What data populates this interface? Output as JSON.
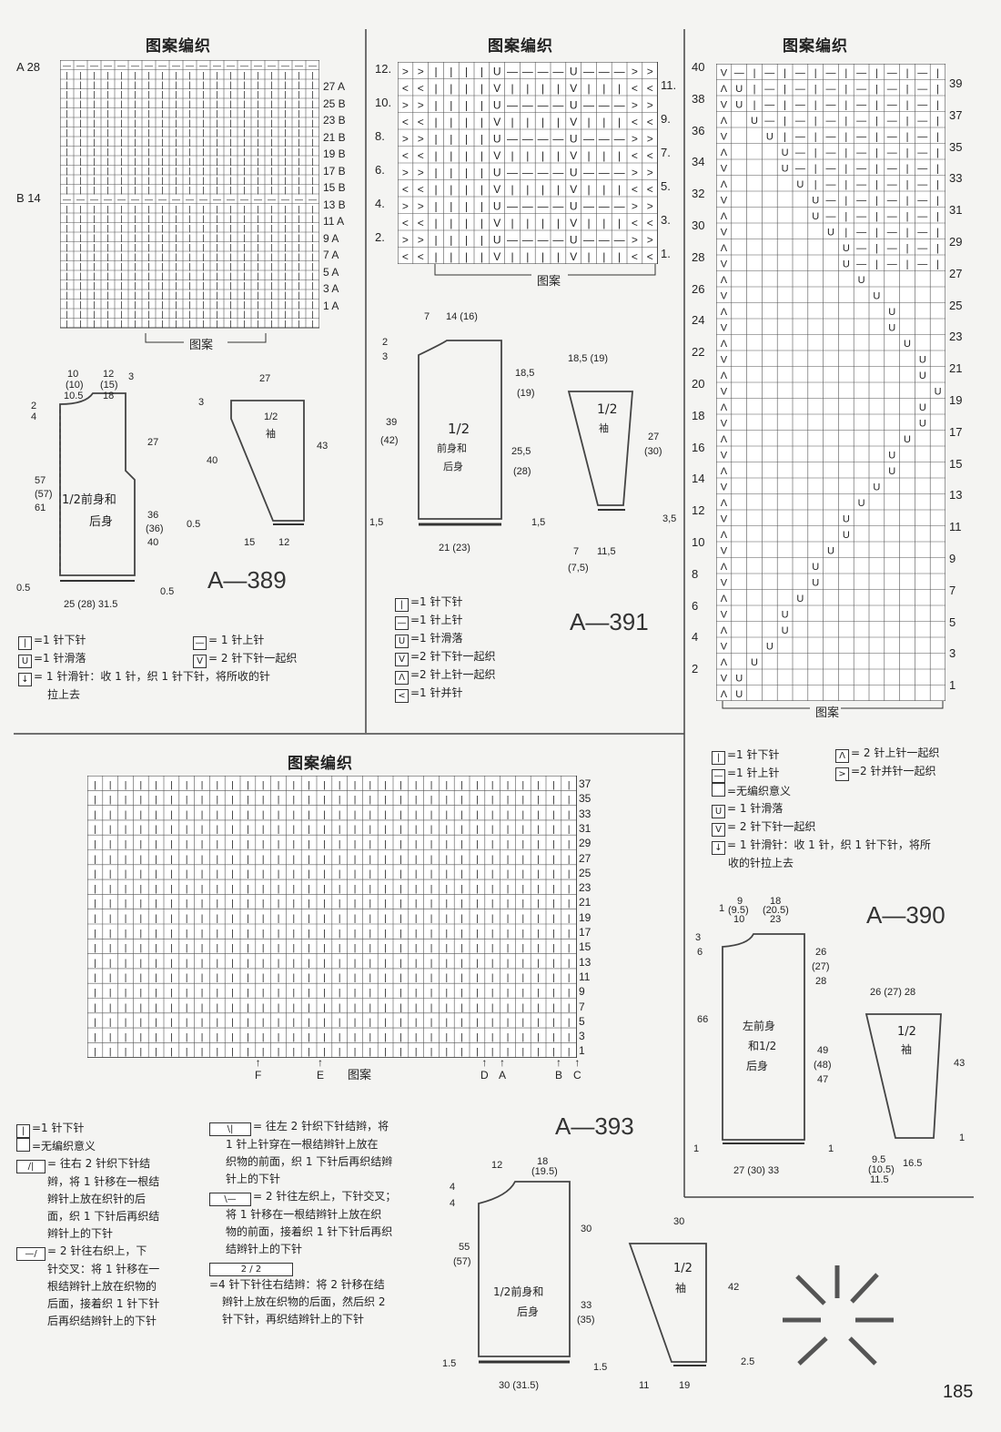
{
  "page_number": "185",
  "pattern_title": "图案编织",
  "pattern_caption": "图案",
  "half_front_back": "1/2",
  "half_front_back_sub": "前身和",
  "half_front_back_sub2": "后身",
  "half_sleeve": "1/2",
  "sleeve_word": "袖",
  "a389": {
    "code": "A—389",
    "left_labels": [
      "A 28",
      "B 14"
    ],
    "right_labels": [
      "27 A",
      "25 B",
      "23 B",
      "21 B",
      "19 B",
      "17 B",
      "15 B",
      "13 B",
      "11 A",
      "9 A",
      "7 A",
      "5 A",
      "3 A",
      "1 A"
    ],
    "body_label": "1/2前身和",
    "body_label2": "后身",
    "legend": [
      {
        "sym": "|",
        "text": "=1 针下针"
      },
      {
        "sym": "—",
        "text": "= 1 针上针"
      },
      {
        "sym": "U",
        "text": "=1 针滑落"
      },
      {
        "sym": "V",
        "text": "= 2 针下针一起织"
      },
      {
        "sym": "↓",
        "text": "= 1 针滑针：收 1 针，织 1 针下针，将所收的针"
      },
      {
        "sym": "",
        "text": "拉上去"
      }
    ],
    "dims": [
      "10",
      "(10)",
      "10.5",
      "12",
      "(15)",
      "18",
      "3",
      "2",
      "4",
      "27",
      "57",
      "(57)",
      "61",
      "36",
      "(36)",
      "40",
      "0.5",
      "25 (28) 31.5",
      "27",
      "3",
      "1/2",
      "40",
      "43",
      "0.5",
      "15",
      "12",
      "0.5"
    ]
  },
  "a391": {
    "code": "A—391",
    "left_labels": [
      "12.",
      "10.",
      "8.",
      "6.",
      "4.",
      "2."
    ],
    "right_labels": [
      "11.",
      "9.",
      "7.",
      "5.",
      "3.",
      "1."
    ],
    "dims": [
      "7",
      "14 (16)",
      "2",
      "3",
      "18,5",
      "(19)",
      "39",
      "(42)",
      "25,5",
      "(28)",
      "1,5",
      "1,5",
      "21 (23)",
      "18,5 (19)",
      "27",
      "(30)",
      "3,5",
      "7",
      "(7,5)",
      "11,5"
    ],
    "legend": [
      {
        "sym": "|",
        "text": "=1 针下针"
      },
      {
        "sym": "—",
        "text": "=1 针上针"
      },
      {
        "sym": "U",
        "text": "=1 针滑落"
      },
      {
        "sym": "V",
        "text": "=2 针下针一起织"
      },
      {
        "sym": "Λ",
        "text": "=2 针上针一起织"
      },
      {
        "sym": "<",
        "text": "=1 针并针"
      }
    ]
  },
  "a390": {
    "code": "A—390",
    "left_labels": [
      "40",
      "38",
      "36",
      "34",
      "32",
      "30",
      "28",
      "26",
      "24",
      "22",
      "20",
      "18",
      "16",
      "14",
      "12",
      "10",
      "8",
      "6",
      "4",
      "2"
    ],
    "right_labels": [
      "39",
      "37",
      "35",
      "33",
      "31",
      "29",
      "27",
      "25",
      "23",
      "21",
      "19",
      "17",
      "15",
      "13",
      "11",
      "9",
      "7",
      "5",
      "3",
      "1"
    ],
    "legend": [
      {
        "sym": "|",
        "text": "=1 针下针"
      },
      {
        "sym": "—",
        "text": "=1 针上针"
      },
      {
        "sym": "",
        "text": "=无编织意义"
      },
      {
        "sym": "U",
        "text": "= 1 针滑落"
      },
      {
        "sym": "V",
        "text": "= 2 针下针一起织"
      },
      {
        "sym": "↓",
        "text": "= 1 针滑针：收 1 针，织 1 针下针，将所"
      },
      {
        "sym": "",
        "text": "收的针拉上去"
      }
    ],
    "legend_right": [
      {
        "sym": "Λ",
        "text": "= 2 针上针一起织"
      },
      {
        "sym": ">",
        "text": "=2 针并针一起织"
      }
    ],
    "body_label": "左前身",
    "body_label2": "和1/2",
    "body_label3": "后身",
    "dims": [
      "9",
      "(9.5)",
      "10",
      "18",
      "(20.5)",
      "23",
      "1",
      "3",
      "6",
      "26",
      "(27)",
      "28",
      "66",
      "49",
      "(48)",
      "47",
      "1",
      "1",
      "27 (30) 33",
      "26 (27) 28",
      "1/2",
      "43",
      "1",
      "9.5",
      "(10.5)",
      "11.5",
      "16.5"
    ]
  },
  "a393": {
    "code": "A—393",
    "right_labels": [
      "37",
      "35",
      "33",
      "31",
      "29",
      "27",
      "25",
      "23",
      "21",
      "19",
      "17",
      "15",
      "13",
      "11",
      "9",
      "7",
      "5",
      "3",
      "1"
    ],
    "markers": [
      "F",
      "E",
      "D",
      "A",
      "B",
      "C"
    ],
    "legend_left": [
      {
        "sym": "|",
        "text": "=1 针下针"
      },
      {
        "sym": "",
        "text": "=无编织意义"
      },
      {
        "sym": "/|",
        "text": "= 往右 2 针织下针结"
      },
      {
        "sym": "",
        "text": "辫，将 1 针移在一根结"
      },
      {
        "sym": "",
        "text": "辫针上放在织针的后"
      },
      {
        "sym": "",
        "text": "面，织 1 下针后再织结"
      },
      {
        "sym": "",
        "text": "辫针上的下针"
      },
      {
        "sym": "—/",
        "text": "= 2 针往右织上，下"
      },
      {
        "sym": "",
        "text": "针交叉：将 1 针移在一"
      },
      {
        "sym": "",
        "text": "根结辫针上放在织物的"
      },
      {
        "sym": "",
        "text": "后面，接着织 1 针下针"
      },
      {
        "sym": "",
        "text": "后再织结辫针上的下针"
      }
    ],
    "legend_mid": [
      {
        "sym": "\\|",
        "text": "= 往左 2 针织下针结辫，将"
      },
      {
        "sym": "",
        "text": "1 针上针穿在一根结辫针上放在"
      },
      {
        "sym": "",
        "text": "织物的前面，织 1 下针后再织结辫"
      },
      {
        "sym": "",
        "text": "针上的下针"
      },
      {
        "sym": "\\—",
        "text": "= 2 针往左织上，下针交叉；"
      },
      {
        "sym": "",
        "text": "将 1 针移在一根结辫针上放在织"
      },
      {
        "sym": "",
        "text": "物的前面，接着织 1 针下针后再织"
      },
      {
        "sym": "",
        "text": "结辫针上的下针"
      },
      {
        "sym": "2 / 2",
        "text": ""
      },
      {
        "sym": "",
        "text": "=4 针下针往右结辫：将 2 针移在结"
      },
      {
        "sym": "",
        "text": "辫针上放在织物的后面，然后织 2"
      },
      {
        "sym": "",
        "text": "针下针，再织结辫针上的下针"
      }
    ],
    "body_label": "1/2前身和",
    "body_label2": "后身",
    "dims": [
      "12",
      "18",
      "(19.5)",
      "4",
      "4",
      "55",
      "(57)",
      "30",
      "33",
      "(35)",
      "1.5",
      "1.5",
      "30 (31.5)",
      "30",
      "1/2",
      "42",
      "2.5",
      "11",
      "19"
    ]
  }
}
